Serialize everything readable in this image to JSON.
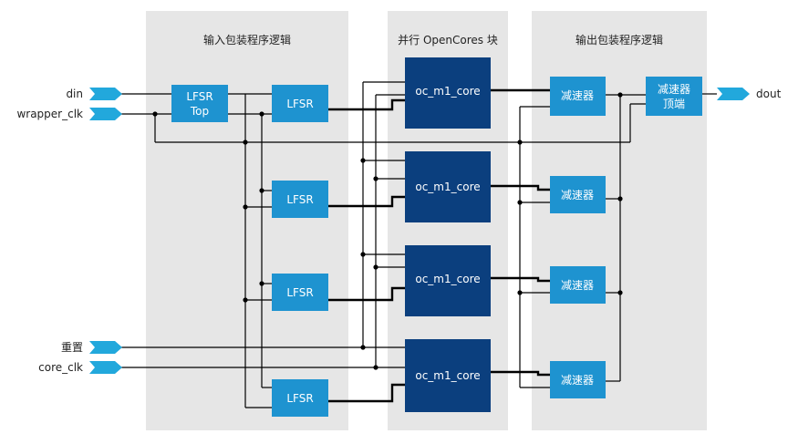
{
  "regions": {
    "input_wrapper": "输入包装程序逻辑",
    "opencores": "并行 OpenCores 块",
    "output_wrapper": "输出包装程序逻辑"
  },
  "ports": {
    "din": "din",
    "wrapper_clk": "wrapper_clk",
    "reset": "重置",
    "core_clk": "core_clk",
    "dout": "dout"
  },
  "blocks": {
    "lfsr_top_line1": "LFSR",
    "lfsr_top_line2": "Top",
    "lfsr": "LFSR",
    "core": "oc_m1_core",
    "reducer": "减速器",
    "reducer_top_line1": "减速器",
    "reducer_top_line2": "顶端"
  },
  "colors": {
    "light_block": "#1e93d0",
    "dark_block": "#0b3f7e",
    "region_bg": "#e6e6e6",
    "port_arrow": "#22a8dc",
    "wire": "#000000"
  }
}
